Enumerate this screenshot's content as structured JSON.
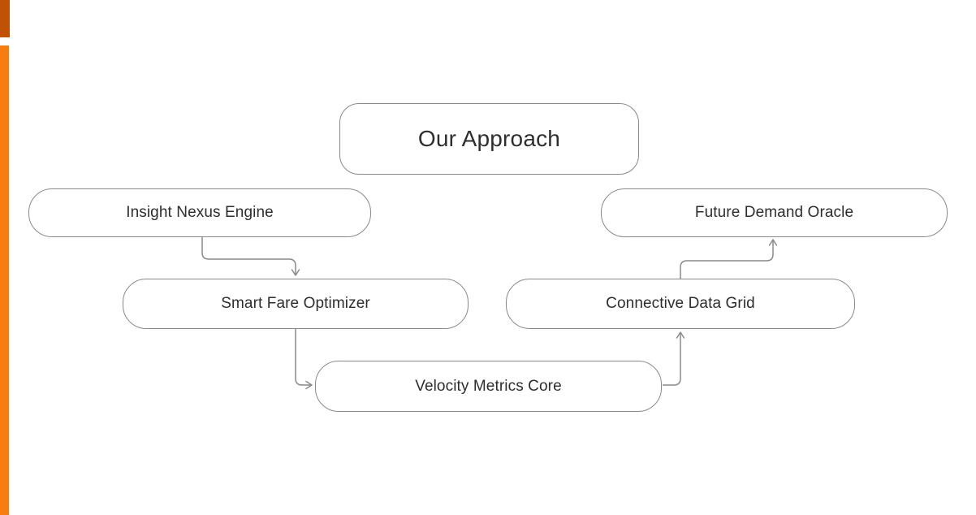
{
  "slide": {
    "background_color": "#ffffff"
  },
  "accent_bar": {
    "top_segment_color": "#c05206",
    "main_segment_color": "#f87d0e"
  },
  "diagram": {
    "title": "Our Approach",
    "nodes": {
      "insight": {
        "label": "Insight Nexus Engine"
      },
      "future": {
        "label": "Future Demand Oracle"
      },
      "smart": {
        "label": "Smart Fare Optimizer"
      },
      "connective": {
        "label": "Connective Data Grid"
      },
      "velocity": {
        "label": "Velocity Metrics Core"
      }
    },
    "edges": [
      {
        "from": "Insight Nexus Engine",
        "to": "Smart Fare Optimizer"
      },
      {
        "from": "Smart Fare Optimizer",
        "to": "Velocity Metrics Core"
      },
      {
        "from": "Velocity Metrics Core",
        "to": "Connective Data Grid"
      },
      {
        "from": "Connective Data Grid",
        "to": "Future Demand Oracle"
      }
    ],
    "line_color": "#8a8a8a",
    "border_color": "#8a8a8a",
    "text_color": "#2e2e2e"
  }
}
